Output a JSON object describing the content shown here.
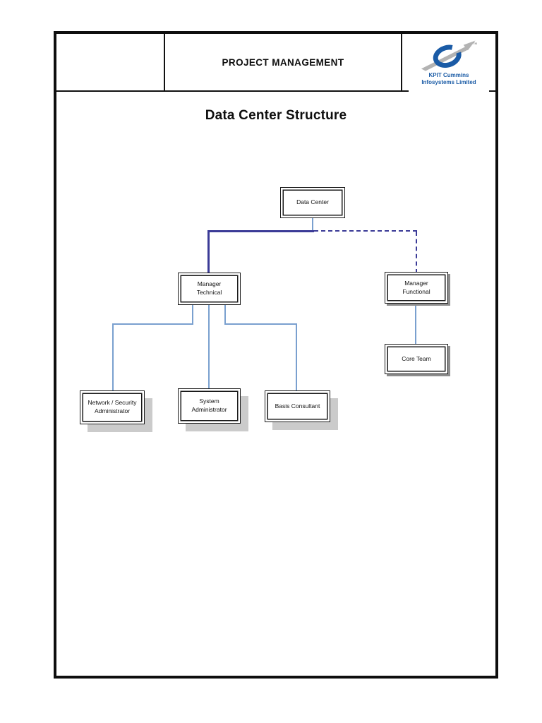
{
  "header": {
    "title": "PROJECT MANAGEMENT",
    "logo": {
      "company_line1": "KPIT Cummins",
      "company_line2": "Infosystems Limited",
      "trademark": "™"
    }
  },
  "document_title": "Data Center Structure",
  "chart": {
    "type": "org-chart",
    "nodes": {
      "data_center": "Data Center",
      "manager_technical": "Manager\nTechnical",
      "manager_functional": "Manager\nFunctional",
      "core_team": "Core Team",
      "network_security_admin": "Network / Security\nAdministrator",
      "system_admin": "System\nAdministrator",
      "basis_consultant": "Basis Consultant"
    },
    "edges": [
      {
        "from": "data_center",
        "to": "manager_technical",
        "style": "solid"
      },
      {
        "from": "data_center",
        "to": "manager_functional",
        "style": "dashed"
      },
      {
        "from": "manager_technical",
        "to": "network_security_admin",
        "style": "solid"
      },
      {
        "from": "manager_technical",
        "to": "system_admin",
        "style": "solid"
      },
      {
        "from": "manager_technical",
        "to": "basis_consultant",
        "style": "solid"
      },
      {
        "from": "manager_functional",
        "to": "core_team",
        "style": "solid"
      }
    ],
    "colors": {
      "navy": "#3b3b97",
      "light_blue": "#7aa0cf",
      "shadow_light": "#cbcbcb",
      "shadow_dark": "#8c8c8c",
      "logo_blue": "#1a5ba6",
      "logo_gray": "#b3b3b3"
    }
  }
}
